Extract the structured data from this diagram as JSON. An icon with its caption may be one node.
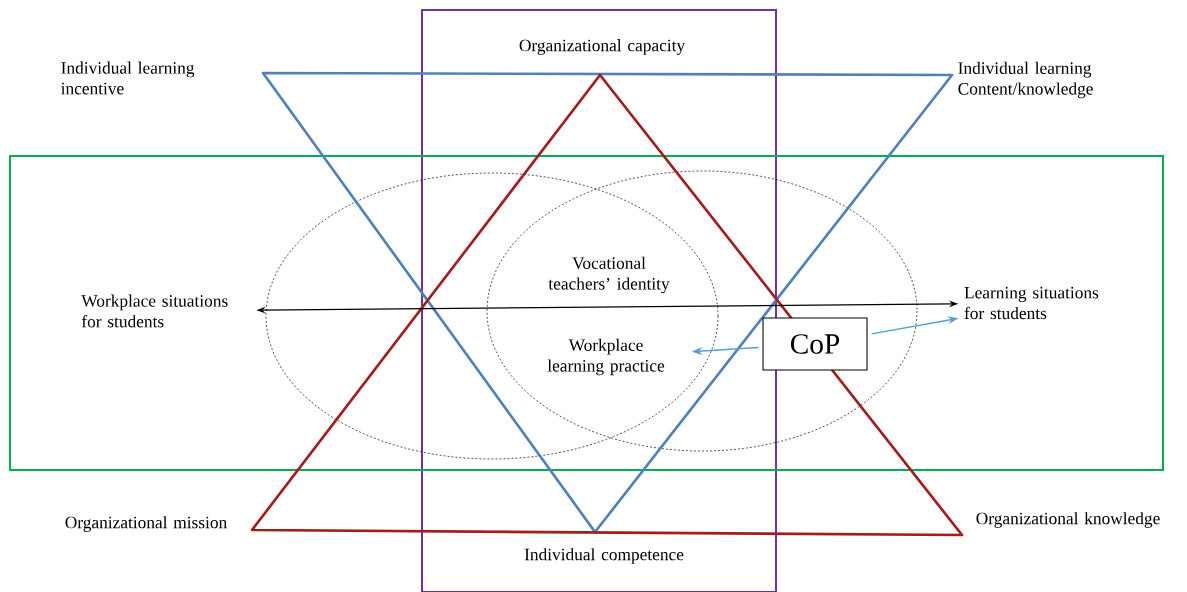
{
  "diagram": {
    "nodes": [
      {
        "text": [
          "Individual learning incentive"
        ]
      },
      {
        "text": [
          "Organizational capacity"
        ]
      },
      {
        "text": [
          "Individual learning Content/knowledge"
        ]
      },
      {
        "text": [
          "Workplace situations for students"
        ]
      },
      {
        "text": [
          "Vocational teachers’ identity"
        ]
      },
      {
        "text": [
          "Workplace learning practice"
        ]
      },
      {
        "text": [
          "CoP"
        ]
      },
      {
        "text": [
          "Learning situations for students"
        ]
      },
      {
        "text": [
          "Organizational mission"
        ]
      },
      {
        "text": [
          "Individual competence"
        ]
      },
      {
        "text": [
          "Organizational knowledge"
        ]
      }
    ],
    "edges": [
      {
        "from": 3,
        "to": 7,
        "arrow": "both",
        "color": "#000000"
      },
      {
        "from": 6,
        "to": 5,
        "arrow": "to"
      },
      {
        "from": 6,
        "to": 7,
        "arrow": "to"
      }
    ]
  }
}
